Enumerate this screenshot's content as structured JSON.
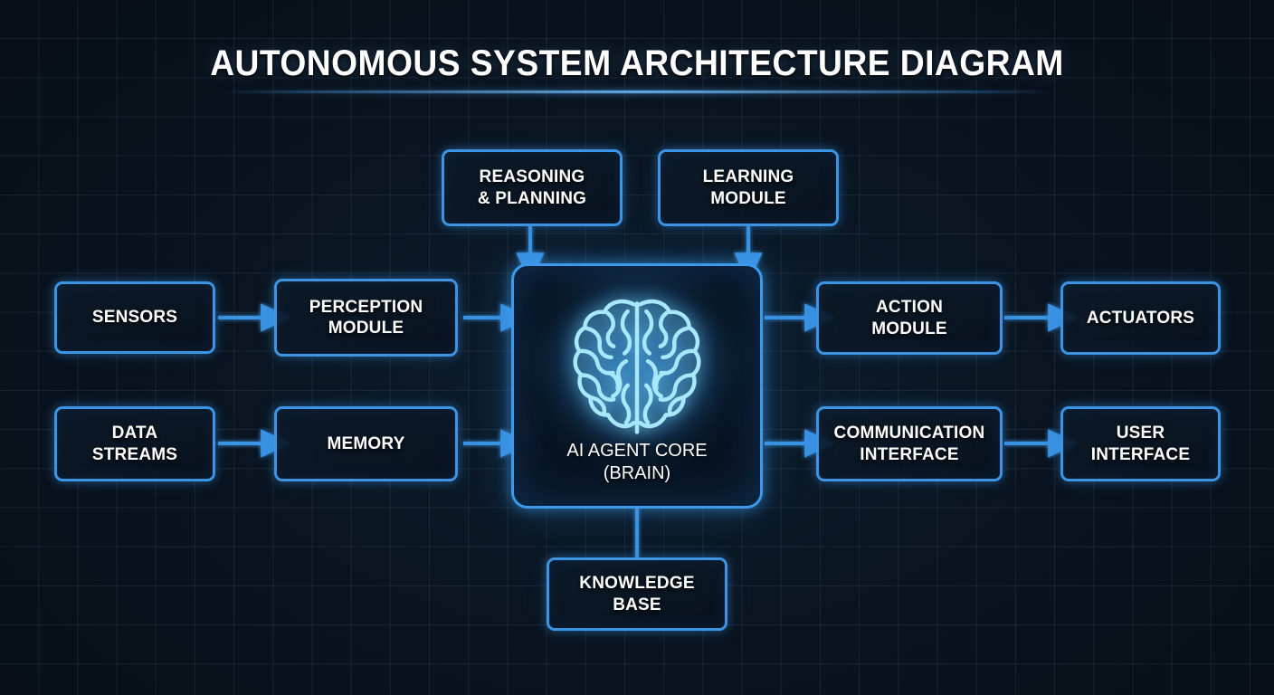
{
  "title": "AUTONOMOUS SYSTEM ARCHITECTURE DIAGRAM",
  "colors": {
    "background": "#0a1520",
    "grid_line": "#96b4c8",
    "node_border": "#3b94e4",
    "connector": "#3b94e4",
    "brain_glow": "#7fd4ff",
    "text": "#ffffff"
  },
  "core": {
    "icon": "brain-icon",
    "label_line1": "AI AGENT CORE",
    "label_line2": "(BRAIN)"
  },
  "nodes": {
    "reasoning": {
      "line1": "REASONING",
      "line2": "& PLANNING"
    },
    "learning": {
      "line1": "LEARNING",
      "line2": "MODULE"
    },
    "sensors": {
      "line1": "SENSORS",
      "line2": ""
    },
    "perception": {
      "line1": "PERCEPTION",
      "line2": "MODULE"
    },
    "data_streams": {
      "line1": "DATA",
      "line2": "STREAMS"
    },
    "memory": {
      "line1": "MEMORY",
      "line2": ""
    },
    "action": {
      "line1": "ACTION",
      "line2": "MODULE"
    },
    "actuators": {
      "line1": "ACTUATORS",
      "line2": ""
    },
    "communication": {
      "line1": "COMMUNICATION",
      "line2": "INTERFACE"
    },
    "user_interface": {
      "line1": "USER",
      "line2": "INTERFACE"
    },
    "knowledge": {
      "line1": "KNOWLEDGE",
      "line2": "BASE"
    }
  },
  "connections": [
    {
      "from": "sensors",
      "to": "perception",
      "arrow": true
    },
    {
      "from": "perception",
      "to": "core",
      "arrow": true
    },
    {
      "from": "data_streams",
      "to": "memory",
      "arrow": true
    },
    {
      "from": "memory",
      "to": "core",
      "arrow": true
    },
    {
      "from": "reasoning",
      "to": "core",
      "arrow": true
    },
    {
      "from": "learning",
      "to": "core",
      "arrow": true
    },
    {
      "from": "core",
      "to": "action",
      "arrow": true
    },
    {
      "from": "action",
      "to": "actuators",
      "arrow": true
    },
    {
      "from": "core",
      "to": "communication",
      "arrow": true
    },
    {
      "from": "communication",
      "to": "user_interface",
      "arrow": true
    },
    {
      "from": "core",
      "to": "knowledge",
      "arrow": false
    }
  ]
}
